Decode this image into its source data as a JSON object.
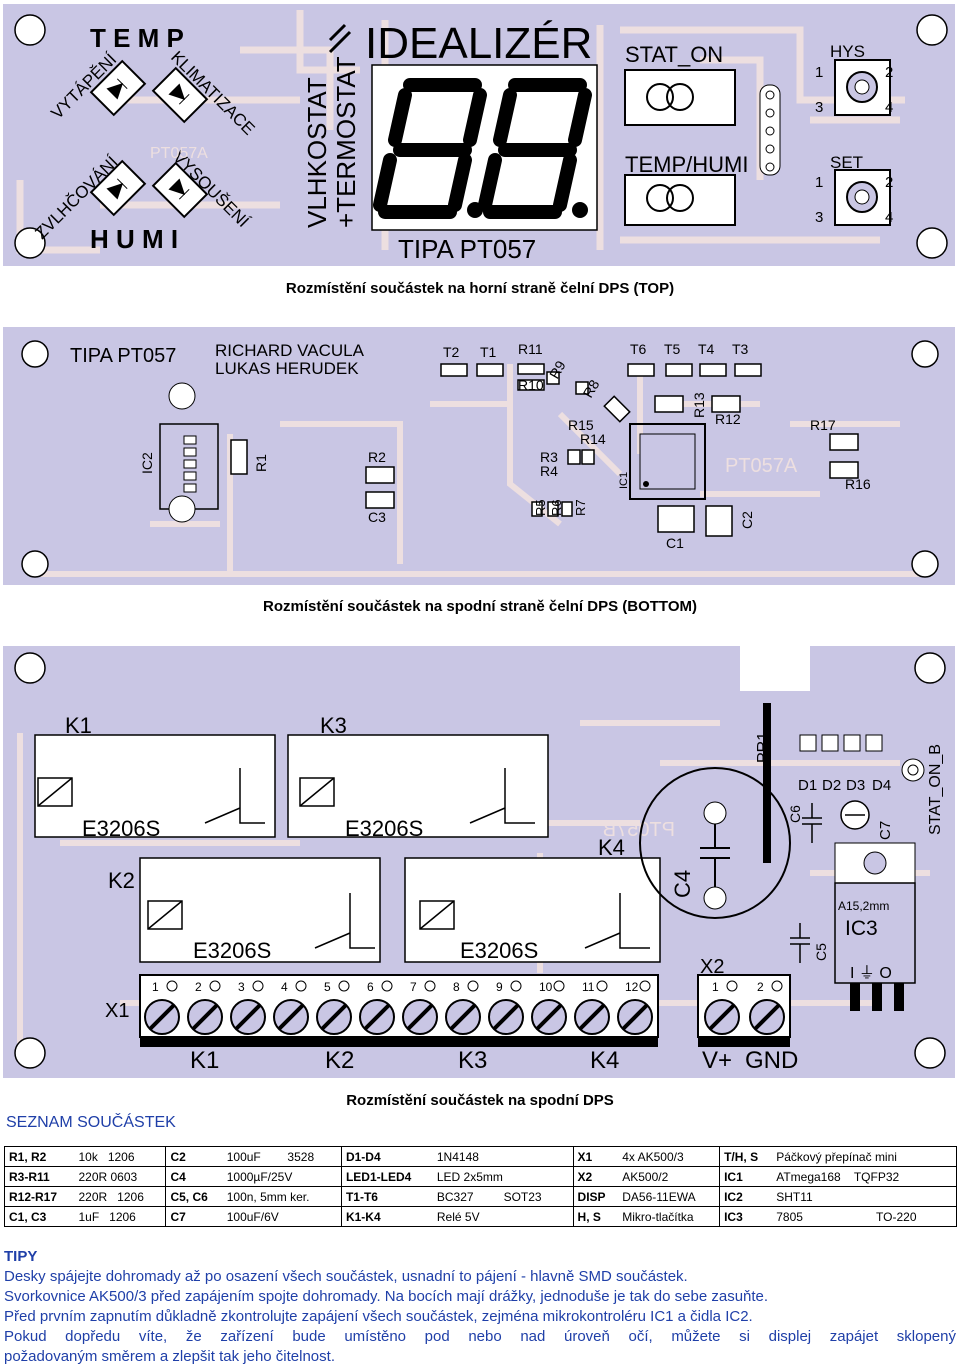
{
  "top_board": {
    "temp": "T E M P",
    "humi": "H U M I",
    "vytapeni": "VYTÁPĚNÍ",
    "klimatizace": "KLIMATIZACE",
    "zvlhcovani": "ZVLHČOVÁNÍ",
    "vysouseni": "VYSOUŠENÍ",
    "vlhkostat": "VLHKOSTAT",
    "termostat": "+TERMOSTAT",
    "idealizer": "IDEALIZÉR",
    "stat_on": "STAT_ON",
    "temp_humi": "TEMP/HUMI",
    "hys": "HYS",
    "set": "SET",
    "pin1": "1",
    "pin2": "2",
    "pin3": "3",
    "pin4": "4",
    "tipa": "TIPA PT057",
    "ghost": "PT057A"
  },
  "caption_top": "Rozmístění součástek na horní straně čelní DPS (TOP)",
  "bottom_board": {
    "tipa": "TIPA PT057",
    "author1": "RICHARD VACULA",
    "author2": "LUKAS HERUDEK",
    "ic2": "IC2",
    "r1": "R1",
    "r2": "R2",
    "c3": "C3",
    "t2": "T2",
    "t1": "T1",
    "r11": "R11",
    "r10": "R10",
    "r9": "R9",
    "r8": "R8",
    "t6": "T6",
    "t5": "T5",
    "t4": "T4",
    "t3": "T3",
    "r13": "R13",
    "r12": "R12",
    "r15": "R15",
    "r14": "R14",
    "r3": "R3",
    "r4": "R4",
    "r5": "R5",
    "r6": "R6",
    "r7": "R7",
    "ic1": "IC1",
    "r17": "R17",
    "r16": "R16",
    "c2": "C2",
    "c1": "C1",
    "pt": "PT057A"
  },
  "caption_bottom": "Rozmístění součástek na spodní straně čelní DPS (BOTTOM)",
  "relay_board": {
    "k1": "K1",
    "k2": "K2",
    "k3": "K3",
    "k4": "K4",
    "e3206s": "E3206S",
    "x1": "X1",
    "x2": "X2",
    "pr1": "PR1",
    "d1": "D1",
    "d2": "D2",
    "d3": "D3",
    "d4": "D4",
    "c4": "C4",
    "c5": "C5",
    "c6": "C6",
    "c7": "C7",
    "ic3": "IC3",
    "a15": "A15,2mm",
    "stat_on_b": "STAT_ON_B",
    "pt057b": "PT057B",
    "ic3_pins": "I  ⏚  O",
    "terminals": [
      "1",
      "2",
      "3",
      "4",
      "5",
      "6",
      "7",
      "8",
      "9",
      "10",
      "11",
      "12"
    ],
    "x2_terminals": [
      "1",
      "2"
    ],
    "bottom_labels": [
      "K1",
      "K2",
      "K3",
      "K4",
      "V+",
      "GND"
    ]
  },
  "parts_heading": "SEZNAM SOUČÁSTEK",
  "caption_parts": "Rozmístění součástek na spodní DPS",
  "parts": [
    [
      [
        "R1, R2",
        "10k   1206"
      ],
      [
        "C2",
        "100uF        3528"
      ],
      [
        "D1-D4",
        "1N4148"
      ],
      [
        "X1",
        "4x AK500/3"
      ],
      [
        "T/H, S",
        "Páčkový přepínač mini"
      ]
    ],
    [
      [
        "R3-R11",
        "220R 0603"
      ],
      [
        "C4",
        "1000µF/25V"
      ],
      [
        "LED1-LED4",
        "LED 2x5mm"
      ],
      [
        "X2",
        "AK500/2"
      ],
      [
        "IC1",
        "ATmega168    TQFP32"
      ]
    ],
    [
      [
        "R12-R17",
        "220R   1206"
      ],
      [
        "C5, C6",
        "100n, 5mm ker."
      ],
      [
        "T1-T6",
        "BC327         SOT23"
      ],
      [
        "DISP",
        "DA56-11EWA"
      ],
      [
        "IC2",
        "SHT11"
      ]
    ],
    [
      [
        "C1, C3",
        "1uF   1206"
      ],
      [
        "C7",
        "100uF/6V"
      ],
      [
        "K1-K4",
        "Relé 5V"
      ],
      [
        "H, S",
        "Mikro-tlačítka"
      ],
      [
        "IC3",
        "7805                      TO-220"
      ]
    ]
  ],
  "tips": {
    "heading": "TIPY",
    "lines": [
      "Desky spájejte dohromady až po osazení všech součástek, usnadní to pájení - hlavně SMD součástek.",
      "Svorkovnice AK500/3 před zapájením spojte dohromady. Na bocích mají drážky, jednoduše je tak do sebe zasuňte.",
      "Před prvním zapnutím důkladně zkontrolujte zapájení všech součástek, zejména mikrokontroléru IC1 a čidla IC2.",
      "Pokud dopředu víte, že zařízení bude umístěno pod nebo nad úroveň očí, můžete si displej zapájet sklopený",
      "požadovaným směrem a zlepšit tak jeho čitelnost."
    ]
  },
  "colors": {
    "board": "#c9c6e4",
    "trace": "#eddfe0",
    "pad": "#ffffff",
    "silk": "#000000",
    "text_blue": "#1f3fa8"
  }
}
